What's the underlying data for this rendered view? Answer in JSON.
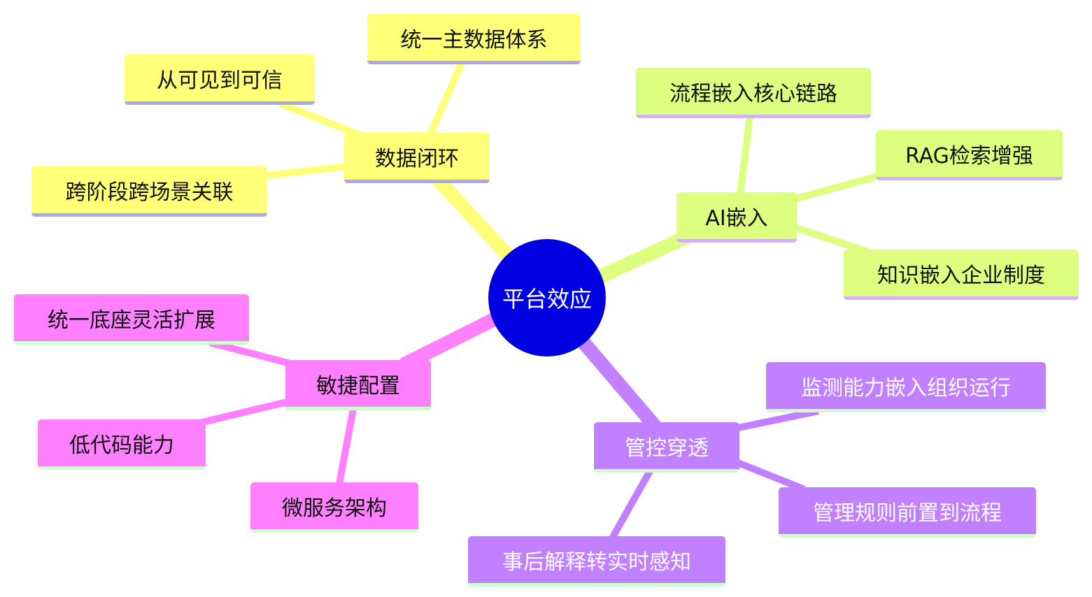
{
  "root": {
    "label": "平台效应"
  },
  "branches": {
    "data_loop": {
      "label": "数据闭环",
      "color": "#ffff78",
      "children": [
        "统一主数据体系",
        "从可见到可信",
        "跨阶段跨场景关联"
      ]
    },
    "ai_embed": {
      "label": "AI嵌入",
      "color": "#ddff80",
      "children": [
        "流程嵌入核心链路",
        "RAG检索增强",
        "知识嵌入企业制度"
      ]
    },
    "agile_config": {
      "label": "敏捷配置",
      "color": "#ff80ff",
      "children": [
        "统一底座灵活扩展",
        "低代码能力",
        "微服务架构"
      ]
    },
    "control_penetration": {
      "label": "管控穿透",
      "color": "#c080ff",
      "children": [
        "监测能力嵌入组织运行",
        "管理规则前置到流程",
        "事后解释转实时感知"
      ]
    }
  },
  "root_color": "#0000e0"
}
